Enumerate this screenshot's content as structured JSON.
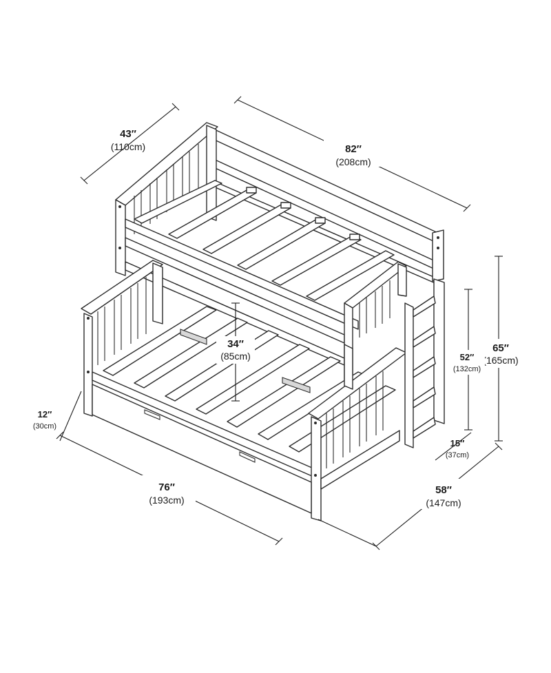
{
  "dimensions": {
    "top_depth": {
      "inches": "43″",
      "cm": "(110cm)"
    },
    "length": {
      "inches": "82″",
      "cm": "(208cm)"
    },
    "total_height": {
      "inches": "65″",
      "cm": "(165cm)"
    },
    "ladder_height": {
      "inches": "52″",
      "cm": "(132cm)"
    },
    "clearance": {
      "inches": "34″",
      "cm": "(85cm)"
    },
    "trundle_height": {
      "inches": "12″",
      "cm": "(30cm)"
    },
    "ladder_depth": {
      "inches": "15″",
      "cm": "(37cm)"
    },
    "front_length": {
      "inches": "76″",
      "cm": "(193cm)"
    },
    "bottom_depth": {
      "inches": "58″",
      "cm": "(147cm)"
    }
  },
  "colors": {
    "line": "#2a2a2a",
    "background": "#ffffff",
    "shade": "#d8d8d8"
  }
}
